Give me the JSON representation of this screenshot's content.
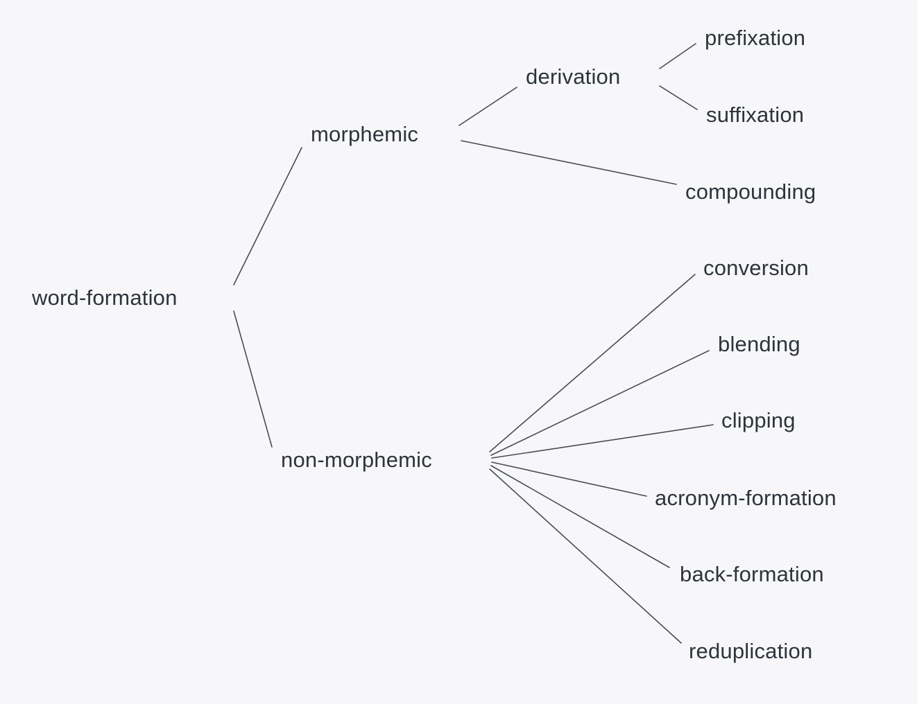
{
  "diagram": {
    "type": "tree",
    "topic": "word-formation taxonomy",
    "colors": {
      "background": "#f7f7f9",
      "text": "#2d343c",
      "line": "#454c54"
    },
    "nodes": {
      "root": {
        "label": "word-formation"
      },
      "morphemic": {
        "label": "morphemic"
      },
      "derivation": {
        "label": "derivation"
      },
      "prefixation": {
        "label": "prefixation"
      },
      "suffixation": {
        "label": "suffixation"
      },
      "compounding": {
        "label": "compounding"
      },
      "non_morphemic": {
        "label": "non-morphemic"
      },
      "conversion": {
        "label": "conversion"
      },
      "blending": {
        "label": "blending"
      },
      "clipping": {
        "label": "clipping"
      },
      "acronym_formation": {
        "label": "acronym-formation"
      },
      "back_formation": {
        "label": "back-formation"
      },
      "reduplication": {
        "label": "reduplication"
      }
    },
    "edges": [
      {
        "from": "word-formation",
        "to": "morphemic"
      },
      {
        "from": "word-formation",
        "to": "non-morphemic"
      },
      {
        "from": "morphemic",
        "to": "derivation"
      },
      {
        "from": "morphemic",
        "to": "compounding"
      },
      {
        "from": "derivation",
        "to": "prefixation"
      },
      {
        "from": "derivation",
        "to": "suffixation"
      },
      {
        "from": "non-morphemic",
        "to": "conversion"
      },
      {
        "from": "non-morphemic",
        "to": "blending"
      },
      {
        "from": "non-morphemic",
        "to": "clipping"
      },
      {
        "from": "non-morphemic",
        "to": "acronym-formation"
      },
      {
        "from": "non-morphemic",
        "to": "back-formation"
      },
      {
        "from": "non-morphemic",
        "to": "reduplication"
      }
    ]
  }
}
